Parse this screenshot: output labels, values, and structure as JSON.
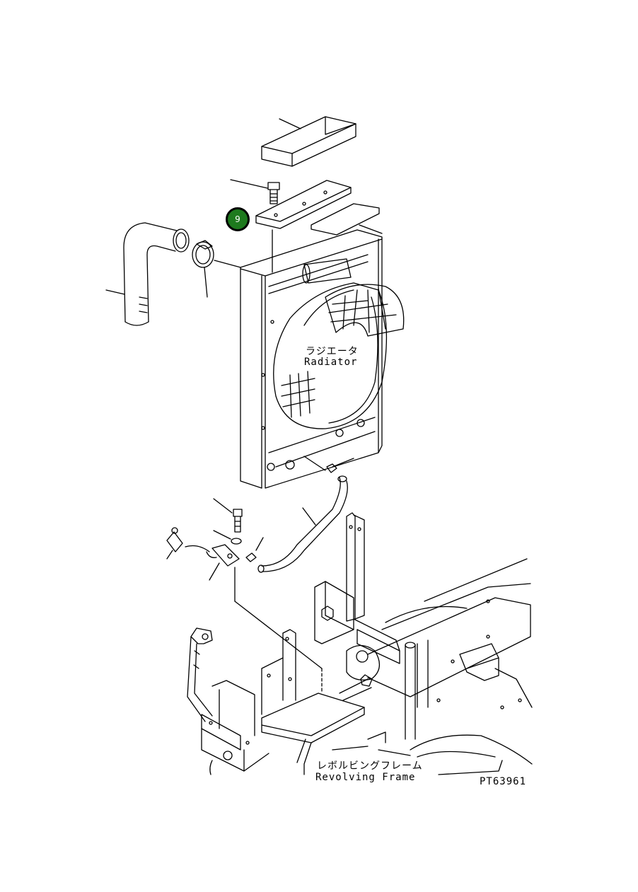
{
  "labels": {
    "radiator_jp": "ラジエータ",
    "radiator_en": "Radiator",
    "frame_jp": "レボルビングフレーム",
    "frame_en": "Revolving Frame",
    "drawing_no": "PT63961"
  },
  "callout": {
    "number": "9",
    "color": "#1e7a1e"
  }
}
